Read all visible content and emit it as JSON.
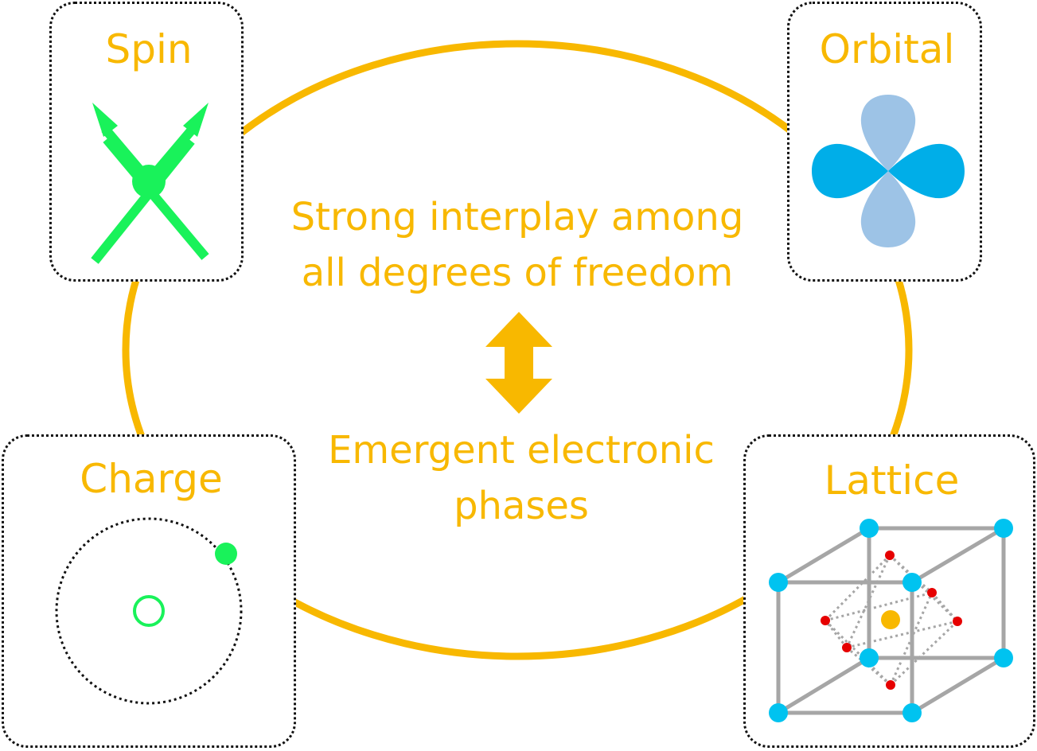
{
  "panels": {
    "spin": {
      "title": "Spin"
    },
    "orbital": {
      "title": "Orbital"
    },
    "charge": {
      "title": "Charge"
    },
    "lattice": {
      "title": "Lattice"
    }
  },
  "center": {
    "line1": "Strong interplay among",
    "line2": "all degrees of freedom",
    "line3": "Emergent electronic",
    "line4": "phases"
  },
  "colors": {
    "accent": "#f8b800",
    "spin_green": "#19f25a",
    "orbital_dark": "#00aee8",
    "orbital_light": "#9dc3e6",
    "lattice_atom": "#00c3f0",
    "lattice_oxygen": "#e60000",
    "lattice_center": "#f8b800",
    "lattice_edge": "#a6a6a6"
  }
}
